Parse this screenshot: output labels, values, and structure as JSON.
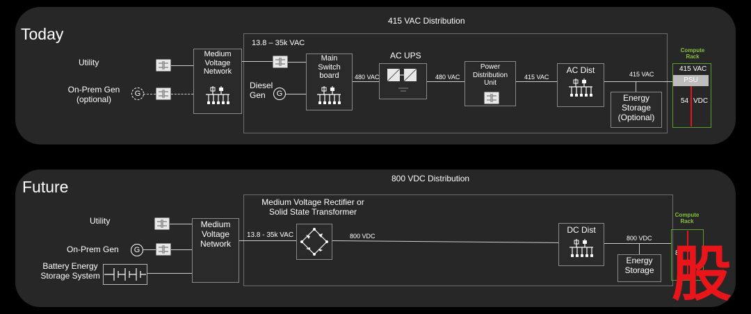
{
  "today": {
    "title": "Today",
    "section_label": "415 VAC Distribution",
    "utility": "Utility",
    "onprem_gen": [
      "On-Prem Gen",
      "(optional)"
    ],
    "gen_symbol": "G",
    "mv_network": [
      "Medium",
      "Voltage",
      "Network"
    ],
    "mv_range": "13.8 – 35k VAC",
    "diesel_gen": [
      "Diesel",
      "Gen"
    ],
    "main_switchboard": [
      "Main",
      "Switch",
      "board"
    ],
    "v480_a": "480 VAC",
    "ac_ups": "AC UPS",
    "v480_b": "480 VAC",
    "pdu": [
      "Power",
      "Distribution",
      "Unit"
    ],
    "v415_a": "415 VAC",
    "ac_dist": "AC Dist",
    "v415_b": "415 VAC",
    "energy_storage": [
      "Energy",
      "Storage",
      "(Optional)"
    ],
    "compute_rack": [
      "Compute",
      "Rack"
    ],
    "rack_415": "415 VAC",
    "psu": "PSU",
    "rack_54": "54",
    "rack_vdc": "VDC"
  },
  "future": {
    "title": "Future",
    "section_label": "800 VDC Distribution",
    "utility": "Utility",
    "onprem_gen": "On-Prem Gen",
    "gen_symbol": "G",
    "battery": [
      "Battery Energy",
      "Storage System"
    ],
    "mv_network": [
      "Medium",
      "Voltage",
      "Network"
    ],
    "mv_range": "13.8 - 35k VAC",
    "rectifier": [
      "Medium Voltage Rectifier or",
      "Solid State Transformer"
    ],
    "v800_a": "800 VDC",
    "dc_dist": "DC Dist",
    "v800_b": "800 VDC",
    "energy_storage": [
      "Energy",
      "Storage"
    ],
    "compute_rack": [
      "Compute",
      "Rack"
    ],
    "rack_80": "80"
  },
  "watermark": "股",
  "colors": {
    "background": "#000000",
    "panel": "#272727",
    "rack_green": "#86c33b",
    "accent_red": "#e8151b"
  }
}
